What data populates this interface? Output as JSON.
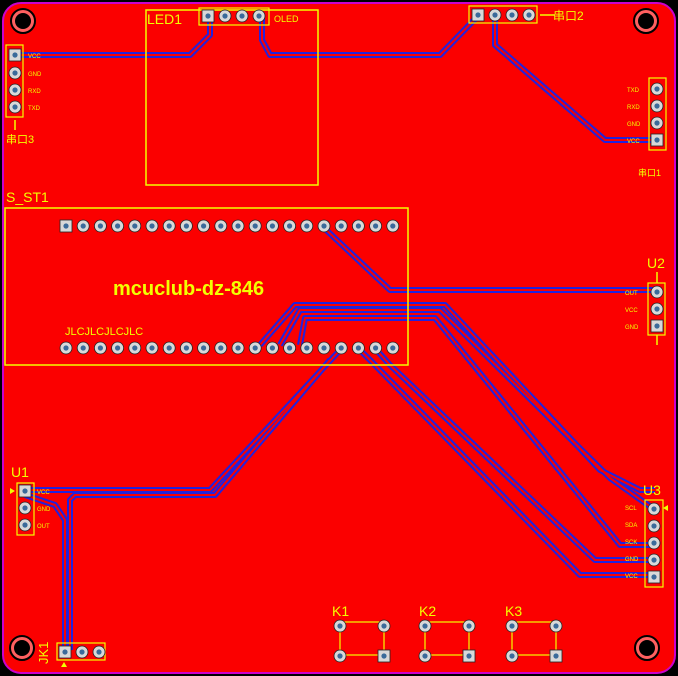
{
  "colors": {
    "board": "#fb0000",
    "outline": "#cc00cc",
    "silk": "#f2ff00",
    "trace": "#2222dd",
    "pad": "#d8d8d8",
    "hole": "#222222"
  },
  "board": {
    "title": "mcuclub-dz-846",
    "jlc_mark": "JLCJLCJLCJLC",
    "s_st1": "S_ST1",
    "led1": "LED1",
    "oled": "OLED",
    "uart2": "串口2",
    "uart3": "串口3",
    "u1": "U1",
    "u2": "U2",
    "u3": "U3",
    "jk1": "JK1",
    "k1": "K1",
    "k2": "K2",
    "k3": "K3",
    "j_sign": "串口1"
  },
  "pins": {
    "uart3": [
      "VCC",
      "GND",
      "RXD",
      "TXD"
    ],
    "uart1": [
      "TXD",
      "RXD",
      "GND",
      "VCC"
    ],
    "u2": [
      "OUT",
      "VCC",
      "GND"
    ],
    "u1": [
      "VCC",
      "GND",
      "OUT"
    ],
    "u3": [
      "SCL",
      "SDA",
      "SCK",
      "GND",
      "VCC"
    ]
  }
}
